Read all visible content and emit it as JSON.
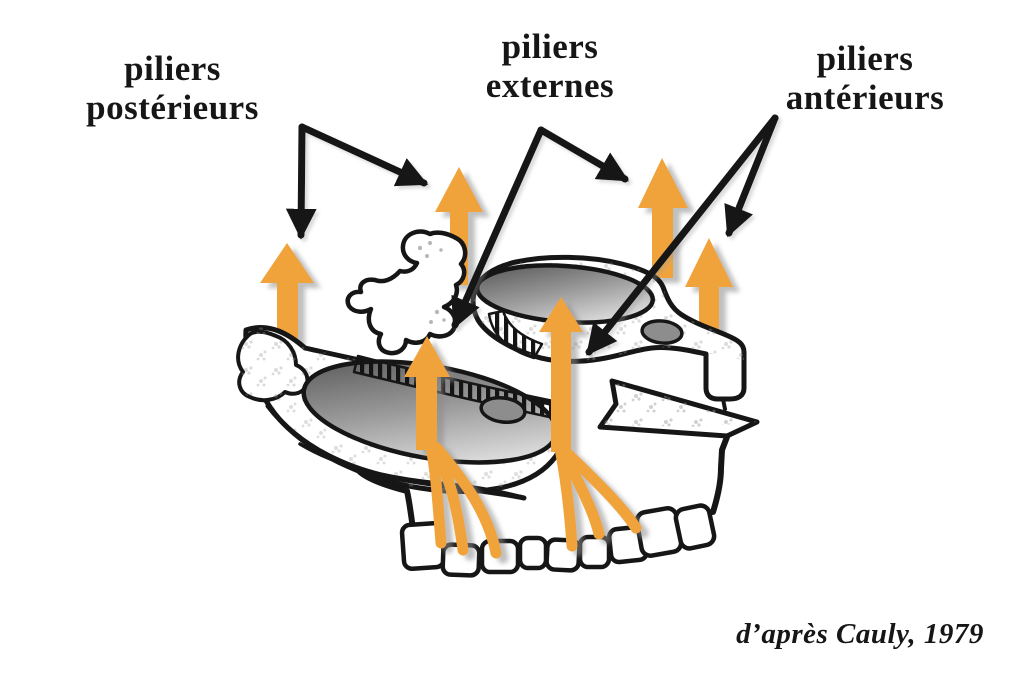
{
  "labels": {
    "posterior": {
      "line1": "piliers",
      "line2": "postérieurs"
    },
    "external": {
      "line1": "piliers",
      "line2": "externes"
    },
    "anterior": {
      "line1": "piliers",
      "line2": "antérieurs"
    }
  },
  "citation": "d’après Cauly, 1979",
  "colors": {
    "arrow_orange": "#F1A33A",
    "ink_black": "#161616",
    "background": "#FFFFFF",
    "shadow_gray": "#8F8F8F",
    "bone_shade_dark": "#4E4E4E",
    "bone_shade_light": "#F0F0F0",
    "stipple_gray": "#9A9A9A"
  }
}
